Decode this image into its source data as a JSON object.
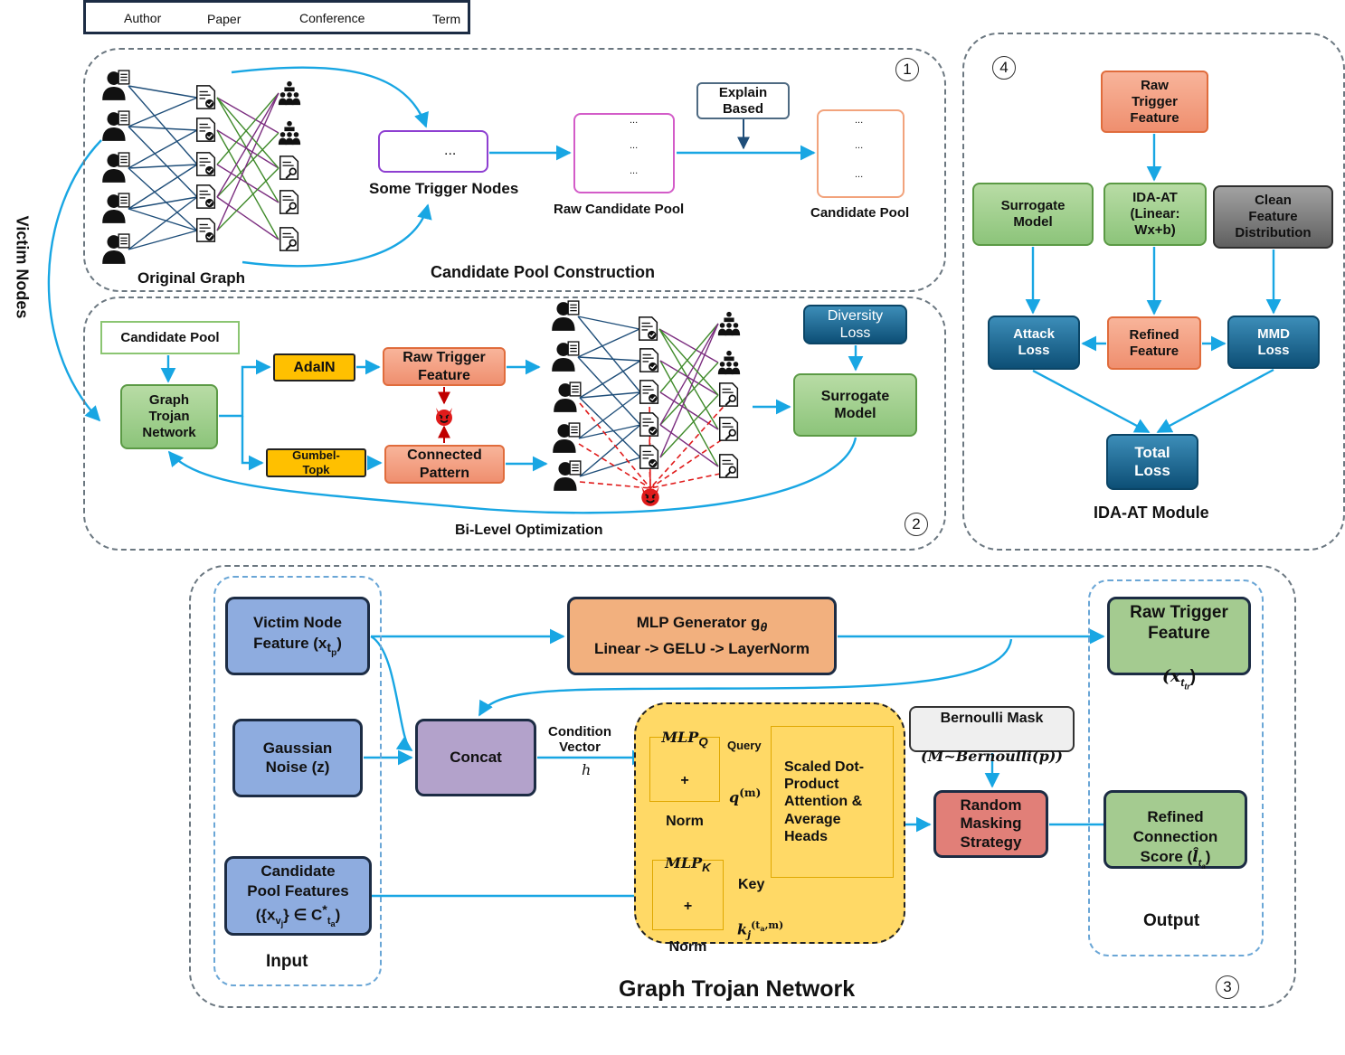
{
  "legend": {
    "author": "Author",
    "paper": "Paper",
    "conference": "Conference",
    "term": "Term"
  },
  "side_label": "Victim Nodes",
  "panel1": {
    "number": "1",
    "original_graph": "Original Graph",
    "some_trigger_nodes": "Some Trigger Nodes",
    "trigger_ellipsis": "...",
    "raw_candidate_pool": "Raw Candidate Pool",
    "explain_based": "Explain\nBased",
    "candidate_pool": "Candidate Pool",
    "ellipsis": "...",
    "title": "Candidate Pool Construction"
  },
  "panel2": {
    "number": "2",
    "candidate_pool": "Candidate Pool",
    "graph_trojan_network": "Graph\nTrojan\nNetwork",
    "adain": "AdaIN",
    "gumbel_topk": "Gumbel-\nTopk",
    "raw_trigger_feature": "Raw Trigger\nFeature",
    "connected_pattern": "Connected\nPattern",
    "diversity_loss": "Diversity\nLoss",
    "surrogate_model": "Surrogate\nModel",
    "title": "Bi-Level Optimization"
  },
  "panel4": {
    "number": "4",
    "raw_trigger_feature": "Raw\nTrigger\nFeature",
    "surrogate_model": "Surrogate\nModel",
    "ida_at": "IDA-AT\n(Linear:\nWx+b)",
    "clean_feature_distribution": "Clean\nFeature\nDistribution",
    "attack_loss": "Attack\nLoss",
    "refined_feature": "Refined\nFeature",
    "mmd_loss": "MMD\nLoss",
    "total_loss": "Total\nLoss",
    "title": "IDA-AT Module"
  },
  "panel3": {
    "number": "3",
    "victim_node_feature": "Victim Node\nFeature (x",
    "victim_node_feature_sub": "t",
    "victim_node_feature_subsub": "p",
    "gaussian_noise": "Gaussian\nNoise (z)",
    "candidate_pool_features_line1": "Candidate\nPool Features",
    "candidate_pool_features_line2": "({x",
    "input_label": "Input",
    "mlp_generator_line1": "MLP Generator g",
    "mlp_generator_sub": "θ",
    "mlp_generator_line2": "Linear -> GELU -> LayerNorm",
    "concat": "Concat",
    "condition_vector": "Condition\nVector",
    "h": "h",
    "mlp_q": "MLP",
    "mlp_q_sub": "Q",
    "plus": "+",
    "norm": "Norm",
    "mlp_k": "MLP",
    "mlp_k_sub": "K",
    "query": "Query",
    "q_m": "q",
    "q_m_sup": "(m)",
    "key": "Key",
    "k_sym": "k",
    "k_sub": "j",
    "k_sup": "(t",
    "attention": "Scaled Dot-\nProduct\nAttention &\nAverage\nHeads",
    "bernoulli_line1": "Bernoulli Mask",
    "bernoulli_line2": "(M~Bernoulli(p))",
    "random_masking": "Random\nMasking\nStrategy",
    "raw_trigger_feature": "Raw Trigger\nFeature",
    "raw_trigger_sym": "(x",
    "raw_trigger_sub": "t",
    "raw_trigger_subsub": "tr",
    "refined_connection_score": "Refined\nConnection\nScore (",
    "output_label": "Output",
    "title": "Graph Trojan Network"
  },
  "colors": {
    "arrow": "#18a6e3",
    "graph_blue": "#1f4e79",
    "graph_green": "#3f8a2a",
    "graph_purple": "#7b2d7f",
    "trigger_red": "#e01b1b"
  }
}
